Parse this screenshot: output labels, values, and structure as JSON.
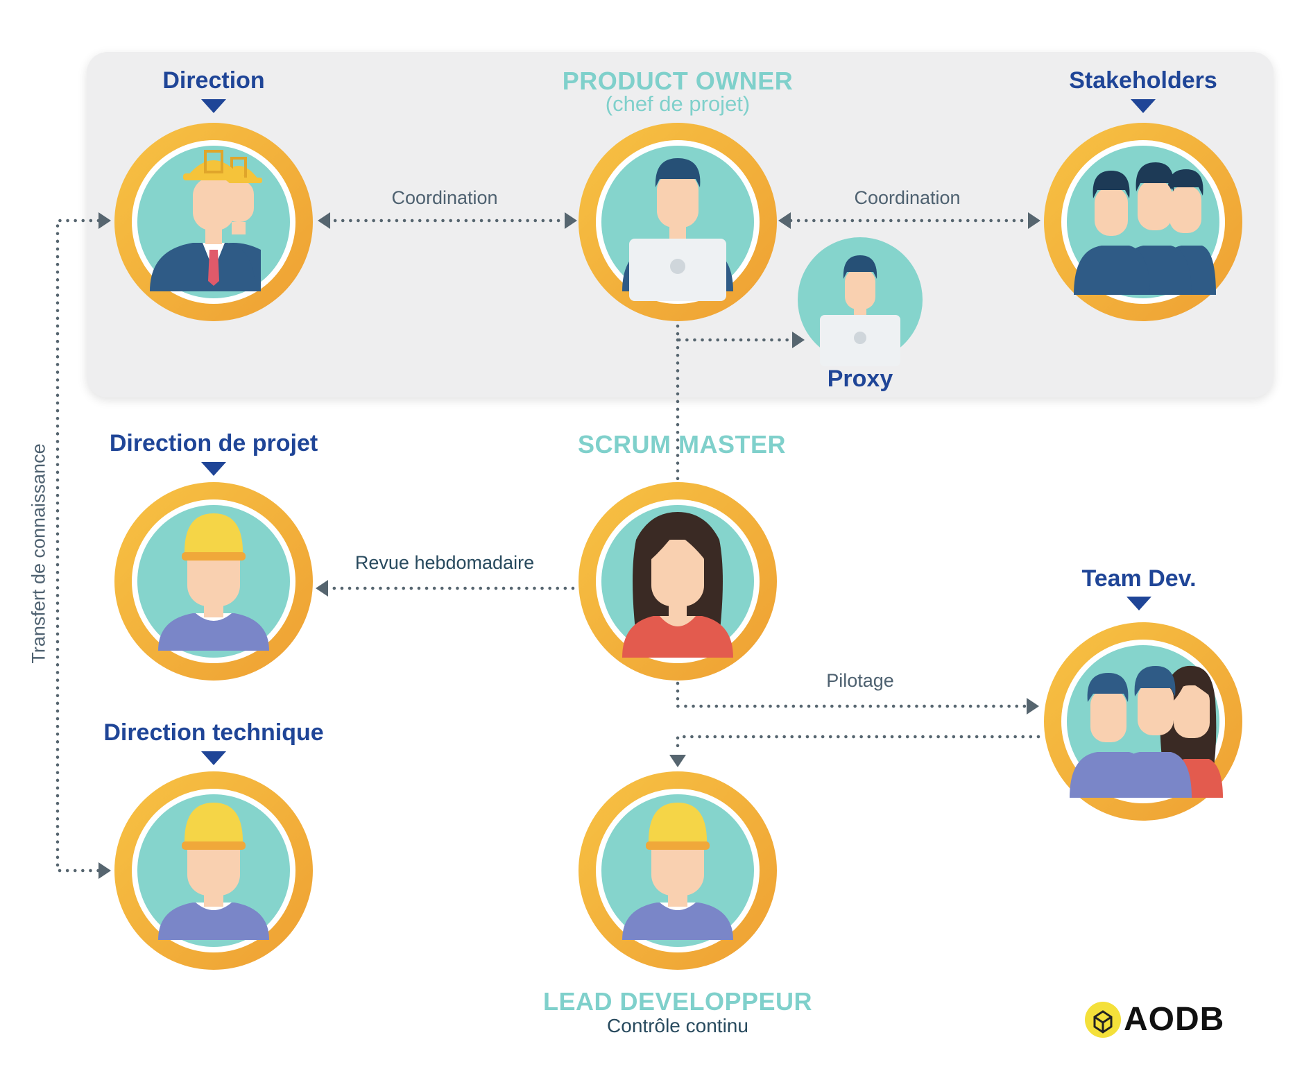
{
  "roles": {
    "direction": "Direction",
    "product_owner": "PRODUCT OWNER",
    "product_owner_sub": "(chef de projet)",
    "stakeholders": "Stakeholders",
    "proxy": "Proxy",
    "direction_projet": "Direction de projet",
    "scrum_master": "SCRUM MASTER",
    "team_dev": "Team Dev.",
    "direction_technique": "Direction technique",
    "lead_dev": "LEAD DEVELOPPEUR",
    "lead_dev_sub": "Contrôle continu"
  },
  "connections": {
    "coordination_left": "Coordination",
    "coordination_right": "Coordination",
    "revue": "Revue hebdomadaire",
    "pilotage": "Pilotage",
    "transfert": "Transfert de connaissance"
  },
  "logo": {
    "text": "AODB"
  },
  "colors": {
    "ring_orange": "#f0a83a",
    "ring_gold": "#f7c244",
    "circle_teal": "#85d4cc",
    "title_blue": "#1f4597",
    "title_teal": "#7fd0cb",
    "connector_gray": "#56656f",
    "panel_gray": "#eeeeef"
  }
}
